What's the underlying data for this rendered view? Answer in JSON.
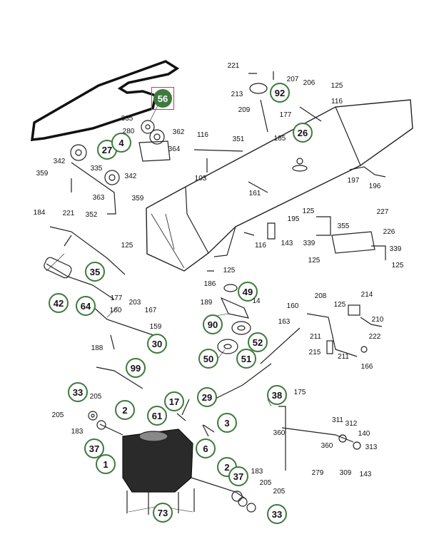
{
  "highlighted_callout": "56",
  "accent_color": "#3d7a3d",
  "highlight_color": "#d23b3b",
  "callouts": {
    "c92": "92",
    "c26": "26",
    "c27": "27",
    "c4": "4",
    "c35": "35",
    "c42": "42",
    "c64": "64",
    "c30": "30",
    "c49": "49",
    "c90": "90",
    "c52": "52",
    "c50": "50",
    "c51": "51",
    "c99": "99",
    "c33a": "33",
    "c2a": "2",
    "c37a": "37",
    "c1": "1",
    "c61": "61",
    "c17": "17",
    "c29": "29",
    "c3": "3",
    "c6": "6",
    "c2b": "2",
    "c37b": "37",
    "c73": "73",
    "c33b": "33",
    "c38": "38"
  },
  "labels": {
    "l221a": "221",
    "l213": "213",
    "l209": "209",
    "l177a": "177",
    "l185": "185",
    "l207": "207",
    "l206": "206",
    "l125a": "125",
    "l116a": "116",
    "l335a": "335",
    "l280": "280",
    "l362": "362",
    "l364": "364",
    "l342a": "342",
    "l335b": "335",
    "l342b": "342",
    "l359a": "359",
    "l363": "363",
    "l359b": "359",
    "l352": "352",
    "l116b": "116",
    "l351": "351",
    "l103": "103",
    "l161": "161",
    "l197": "197",
    "l196": "196",
    "l184": "184",
    "l221b": "221",
    "l125b": "125",
    "l195": "195",
    "l143a": "143",
    "l116c": "116",
    "l125c": "125",
    "l227": "227",
    "l355": "355",
    "l226": "226",
    "l339a": "339",
    "l339b": "339",
    "l125d": "125",
    "l125e": "125",
    "l125f": "125",
    "l186": "186",
    "l189": "189",
    "l14": "14",
    "l177b": "177",
    "l160a": "160",
    "l203": "203",
    "l167": "167",
    "l159": "159",
    "l188": "188",
    "l163": "163",
    "l160b": "160",
    "l208": "208",
    "l125g": "125",
    "l214": "214",
    "l210": "210",
    "l211a": "211",
    "l222": "222",
    "l215": "215",
    "l211b": "211",
    "l166": "166",
    "l205a": "205",
    "l205b": "205",
    "l183a": "183",
    "l175": "175",
    "l360a": "360",
    "l311": "311",
    "l312": "312",
    "l140": "140",
    "l313": "313",
    "l360b": "360",
    "l279": "279",
    "l309": "309",
    "l143b": "143",
    "l183b": "183",
    "l205c": "205",
    "l205d": "205"
  }
}
